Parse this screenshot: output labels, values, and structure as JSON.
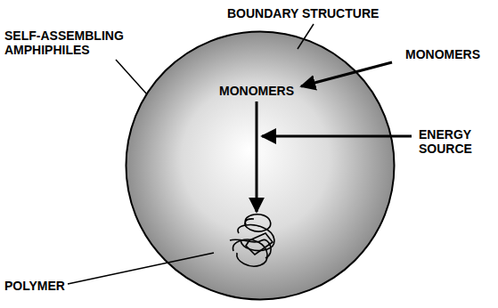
{
  "diagram": {
    "nodes": [
      {
        "text": [
          "MONOMERS"
        ]
      }
    ],
    "labels": [
      "SELF-ASSEMBLING AMPHIPHILES",
      "BOUNDARY STRUCTURE",
      "MONOMERS",
      "ENERGY SOURCE",
      "POLYMER"
    ]
  }
}
